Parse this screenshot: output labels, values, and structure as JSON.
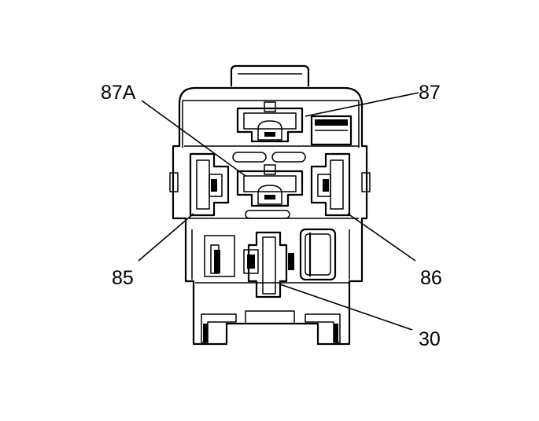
{
  "terminals": {
    "t87a": "87A",
    "t87": "87",
    "t85": "85",
    "t86": "86",
    "t30": "30"
  },
  "colors": {
    "ink": "#000000",
    "background": "#ffffff"
  }
}
